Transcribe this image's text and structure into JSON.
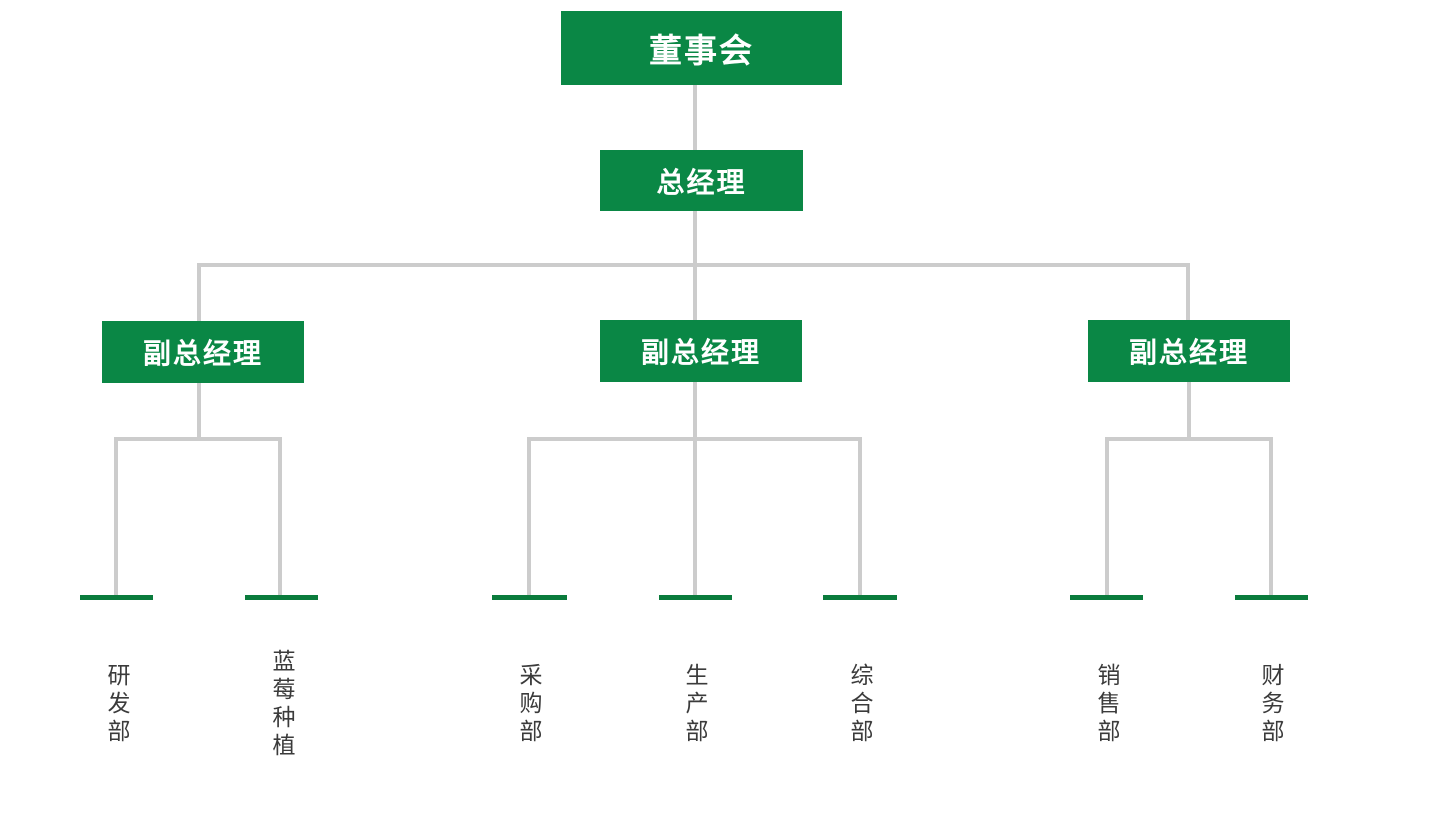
{
  "org_chart": {
    "board": {
      "label": "董事会"
    },
    "general_manager": {
      "label": "总经理"
    },
    "deputy_managers": [
      {
        "label": "副总经理"
      },
      {
        "label": "副总经理"
      },
      {
        "label": "副总经理"
      }
    ],
    "departments": [
      {
        "label": "研发部"
      },
      {
        "label": "蓝莓种植"
      },
      {
        "label": "采购部"
      },
      {
        "label": "生产部"
      },
      {
        "label": "综合部"
      },
      {
        "label": "销售部"
      },
      {
        "label": "财务部"
      }
    ]
  },
  "colors": {
    "node_green": "#0a8745",
    "tick_green": "#0a7b3c",
    "connector_gray": "#cccccc",
    "label_text": "#3b3b3b",
    "node_text": "#ffffff",
    "background": "#ffffff"
  }
}
